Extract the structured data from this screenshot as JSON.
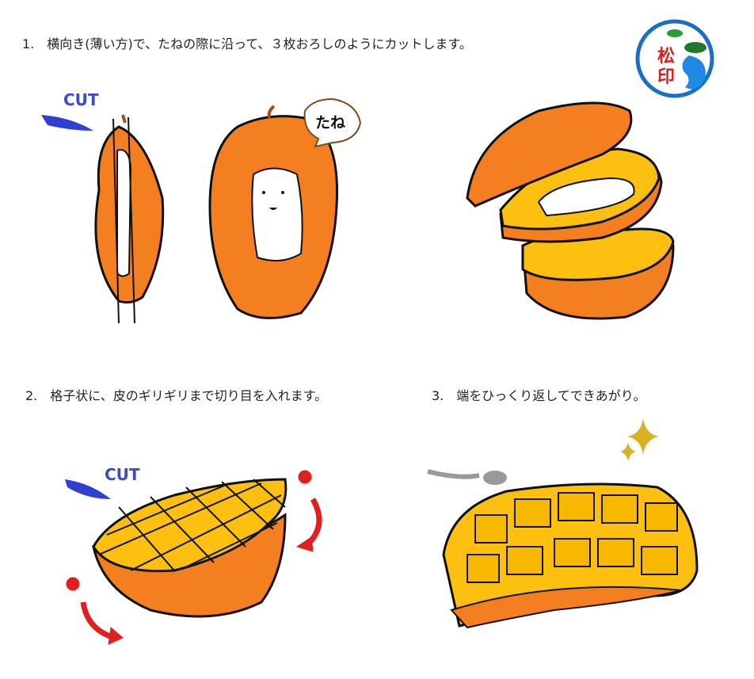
{
  "steps": [
    {
      "label": "1.　横向き(薄い方)で、たねの際に沿って、３枚おろしのようにカットします。"
    },
    {
      "label": "2.　格子状に、皮のギリギリまで切り目を入れます。"
    },
    {
      "label": "3.　端をひっくり返してできあがり。"
    }
  ],
  "illustration": {
    "cut_label_1": "CUT",
    "cut_label_2": "CUT",
    "seed_bubble": "たね"
  },
  "logo": {
    "text_top": "松",
    "text_bottom": "印"
  },
  "colors": {
    "mango_skin": "#f47f20",
    "mango_flesh": "#fdc010",
    "knife": "#2f3fd0",
    "arrow": "#e02020",
    "sparkle": "#d8b020",
    "logo_blue": "#1a6fc4"
  }
}
